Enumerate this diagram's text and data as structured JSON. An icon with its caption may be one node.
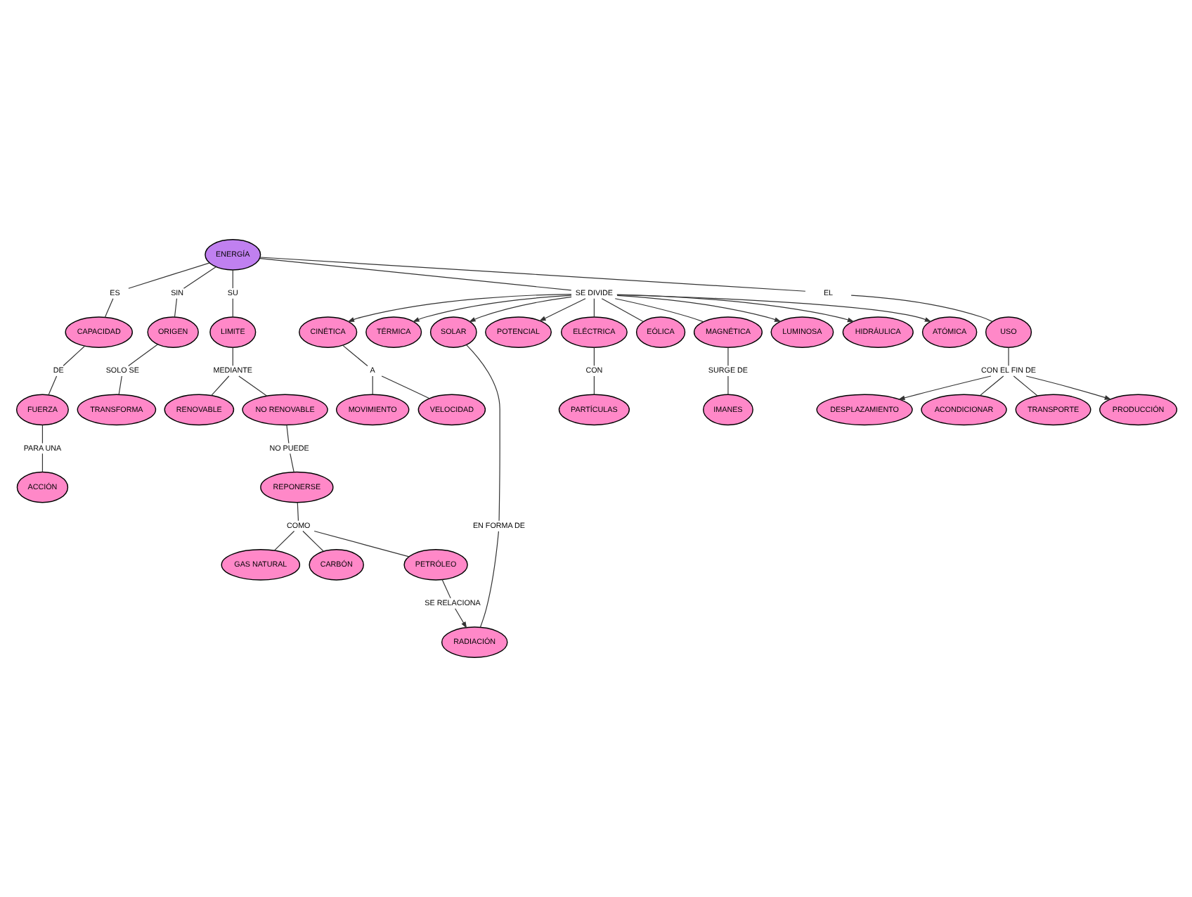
{
  "diagram": {
    "nodes": [
      {
        "text": [
          "ENERGÍA"
        ]
      },
      {
        "text": [
          "ES"
        ]
      },
      {
        "text": [
          "SIN"
        ]
      },
      {
        "text": [
          "SU"
        ]
      },
      {
        "text": [
          "SE DIVIDE"
        ]
      },
      {
        "text": [
          "EL"
        ]
      },
      {
        "text": [
          "CAPACIDAD"
        ]
      },
      {
        "text": [
          "ORIGEN"
        ]
      },
      {
        "text": [
          "LIMITE"
        ]
      },
      {
        "text": [
          "CINÉTICA"
        ]
      },
      {
        "text": [
          "TÉRMICA"
        ]
      },
      {
        "text": [
          "SOLAR"
        ]
      },
      {
        "text": [
          "POTENCIAL"
        ]
      },
      {
        "text": [
          "ELÉCTRICA"
        ]
      },
      {
        "text": [
          "EÓLICA"
        ]
      },
      {
        "text": [
          "MAGNÉTICA"
        ]
      },
      {
        "text": [
          "LUMINOSA"
        ]
      },
      {
        "text": [
          "HIDRÁULICA"
        ]
      },
      {
        "text": [
          "ATÓMICA"
        ]
      },
      {
        "text": [
          "USO"
        ]
      },
      {
        "text": [
          "DE"
        ]
      },
      {
        "text": [
          "SOLO SE"
        ]
      },
      {
        "text": [
          "MEDIANTE"
        ]
      },
      {
        "text": [
          "A"
        ]
      },
      {
        "text": [
          "EN FORMA DE"
        ]
      },
      {
        "text": [
          "CON"
        ]
      },
      {
        "text": [
          "SURGE DE"
        ]
      },
      {
        "text": [
          "CON EL FIN DE"
        ]
      },
      {
        "text": [
          "FUERZA"
        ]
      },
      {
        "text": [
          "TRANSFORMA"
        ]
      },
      {
        "text": [
          "RENOVABLE"
        ]
      },
      {
        "text": [
          "NO RENOVABLE"
        ]
      },
      {
        "text": [
          "MOVIMIENTO"
        ]
      },
      {
        "text": [
          "VELOCIDAD"
        ]
      },
      {
        "text": [
          "RADIACIÓN"
        ]
      },
      {
        "text": [
          "PARTÍCULAS"
        ]
      },
      {
        "text": [
          "IMANES"
        ]
      },
      {
        "text": [
          "DESPLAZAMIENTO"
        ]
      },
      {
        "text": [
          "ACONDICIONAR"
        ]
      },
      {
        "text": [
          "TRANSPORTE"
        ]
      },
      {
        "text": [
          "PRODUCCIÓN"
        ]
      },
      {
        "text": [
          "PARA UNA"
        ]
      },
      {
        "text": [
          "NO PUEDE"
        ]
      },
      {
        "text": [
          "ACCIÓN"
        ]
      },
      {
        "text": [
          "REPONERSE"
        ]
      },
      {
        "text": [
          "COMO"
        ]
      },
      {
        "text": [
          "GAS NATURAL"
        ]
      },
      {
        "text": [
          "CARBÓN"
        ]
      },
      {
        "text": [
          "PETRÓLEO"
        ]
      },
      {
        "text": [
          "SE RELACIONA"
        ]
      }
    ],
    "edges": [
      {
        "from": 0,
        "to": 1,
        "arrow": "none"
      },
      {
        "from": 0,
        "to": 2,
        "arrow": "none"
      },
      {
        "from": 0,
        "to": 3,
        "arrow": "none"
      },
      {
        "from": 0,
        "to": 4,
        "arrow": "none"
      },
      {
        "from": 0,
        "to": 5,
        "arrow": "none"
      },
      {
        "from": 1,
        "to": 6,
        "arrow": "none"
      },
      {
        "from": 2,
        "to": 7,
        "arrow": "none"
      },
      {
        "from": 3,
        "to": 8,
        "arrow": "none"
      },
      {
        "from": 4,
        "to": 9,
        "arrow": "to"
      },
      {
        "from": 4,
        "to": 10,
        "arrow": "to"
      },
      {
        "from": 4,
        "to": 11,
        "arrow": "to"
      },
      {
        "from": 4,
        "to": 12,
        "arrow": "to"
      },
      {
        "from": 4,
        "to": 13,
        "arrow": "none"
      },
      {
        "from": 4,
        "to": 14,
        "arrow": "none"
      },
      {
        "from": 4,
        "to": 15,
        "arrow": "none"
      },
      {
        "from": 4,
        "to": 16,
        "arrow": "to"
      },
      {
        "from": 4,
        "to": 17,
        "arrow": "to"
      },
      {
        "from": 4,
        "to": 18,
        "arrow": "to"
      },
      {
        "from": 5,
        "to": 19,
        "arrow": "none"
      },
      {
        "from": 6,
        "to": 20,
        "arrow": "none"
      },
      {
        "from": 20,
        "to": 28,
        "arrow": "none"
      },
      {
        "from": 28,
        "to": 41,
        "arrow": "none"
      },
      {
        "from": 41,
        "to": 43,
        "arrow": "none"
      },
      {
        "from": 7,
        "to": 21,
        "arrow": "none"
      },
      {
        "from": 21,
        "to": 29,
        "arrow": "none"
      },
      {
        "from": 8,
        "to": 22,
        "arrow": "none"
      },
      {
        "from": 22,
        "to": 30,
        "arrow": "none"
      },
      {
        "from": 22,
        "to": 31,
        "arrow": "none"
      },
      {
        "from": 31,
        "to": 42,
        "arrow": "none"
      },
      {
        "from": 42,
        "to": 44,
        "arrow": "none"
      },
      {
        "from": 44,
        "to": 45,
        "arrow": "none"
      },
      {
        "from": 45,
        "to": 46,
        "arrow": "none"
      },
      {
        "from": 45,
        "to": 47,
        "arrow": "none"
      },
      {
        "from": 45,
        "to": 48,
        "arrow": "none"
      },
      {
        "from": 48,
        "to": 49,
        "arrow": "none"
      },
      {
        "from": 49,
        "to": 34,
        "arrow": "to"
      },
      {
        "from": 9,
        "to": 23,
        "arrow": "none"
      },
      {
        "from": 23,
        "to": 32,
        "arrow": "none"
      },
      {
        "from": 23,
        "to": 33,
        "arrow": "none"
      },
      {
        "from": 11,
        "to": 24,
        "arrow": "none"
      },
      {
        "from": 24,
        "to": 34,
        "arrow": "none"
      },
      {
        "from": 13,
        "to": 25,
        "arrow": "none"
      },
      {
        "from": 25,
        "to": 35,
        "arrow": "none"
      },
      {
        "from": 15,
        "to": 26,
        "arrow": "none"
      },
      {
        "from": 26,
        "to": 36,
        "arrow": "none"
      },
      {
        "from": 19,
        "to": 27,
        "arrow": "none"
      },
      {
        "from": 27,
        "to": 37,
        "arrow": "to"
      },
      {
        "from": 27,
        "to": 38,
        "arrow": "none"
      },
      {
        "from": 27,
        "to": 39,
        "arrow": "none"
      },
      {
        "from": 27,
        "to": 40,
        "arrow": "to"
      }
    ]
  }
}
